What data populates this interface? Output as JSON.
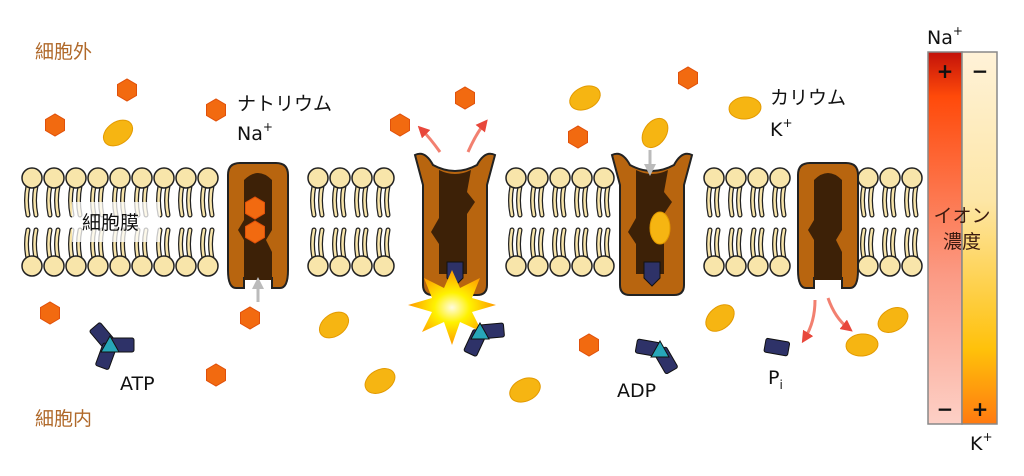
{
  "labels": {
    "extracellular": "細胞外",
    "intracellular": "細胞内",
    "membrane": "細胞膜",
    "sodium_name": "ナトリウム",
    "sodium_symbol": "Na",
    "potassium_name": "カリウム",
    "potassium_symbol": "K",
    "charge_plus": "+",
    "atp": "ATP",
    "adp": "ADP",
    "pi_main": "P",
    "pi_sub": "i"
  },
  "gradient": {
    "top_label": "Na",
    "bottom_label": "K",
    "superscript": "+",
    "title_line1": "イオン",
    "title_line2": "濃度",
    "na_top_sign": "+",
    "na_bottom_sign": "−",
    "k_top_sign": "−",
    "k_bottom_sign": "+"
  },
  "colors": {
    "region_text": "#b0692a",
    "sodium_ion": "#f26a10",
    "potassium_ion": "#f6b512",
    "protein": "#b8650f",
    "protein_core": "#3d2107",
    "lipid_head": "#f8e5aa",
    "atp": "#2e3268",
    "atp_center": "#27a6b8"
  }
}
